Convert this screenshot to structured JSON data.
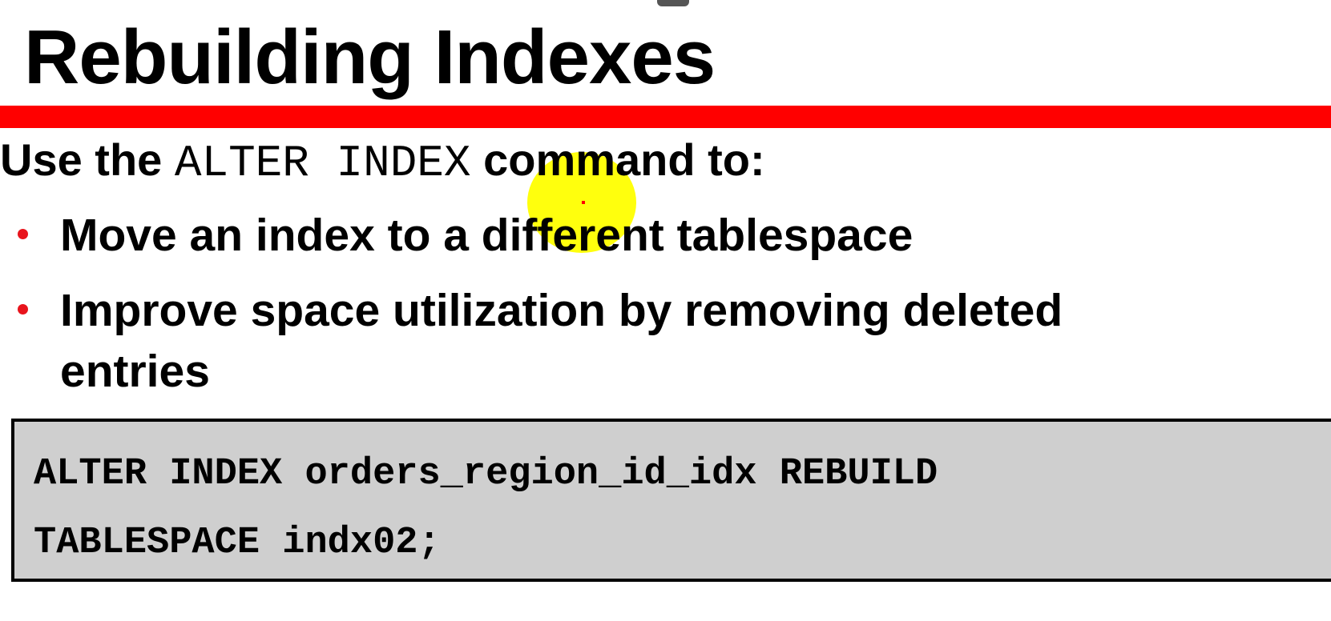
{
  "slide": {
    "title": "Rebuilding Indexes",
    "intro": {
      "prefix": "Use the ",
      "command": "ALTER INDEX",
      "suffix": " command to:"
    },
    "bullets": [
      "Move an index to a different tablespace",
      "Improve space utilization by removing deleted entries"
    ],
    "code": [
      "ALTER INDEX orders_region_id_idx REBUILD",
      "TABLESPACE indx02;"
    ]
  },
  "colors": {
    "accent_rule": "#ff0000",
    "bullet": "#e8141c",
    "code_background": "#cfcfcf",
    "cursor_highlight": "#ffff00"
  },
  "icons": {
    "bullet": "bullet-dot-icon",
    "cursor": "cursor-highlight-icon"
  }
}
